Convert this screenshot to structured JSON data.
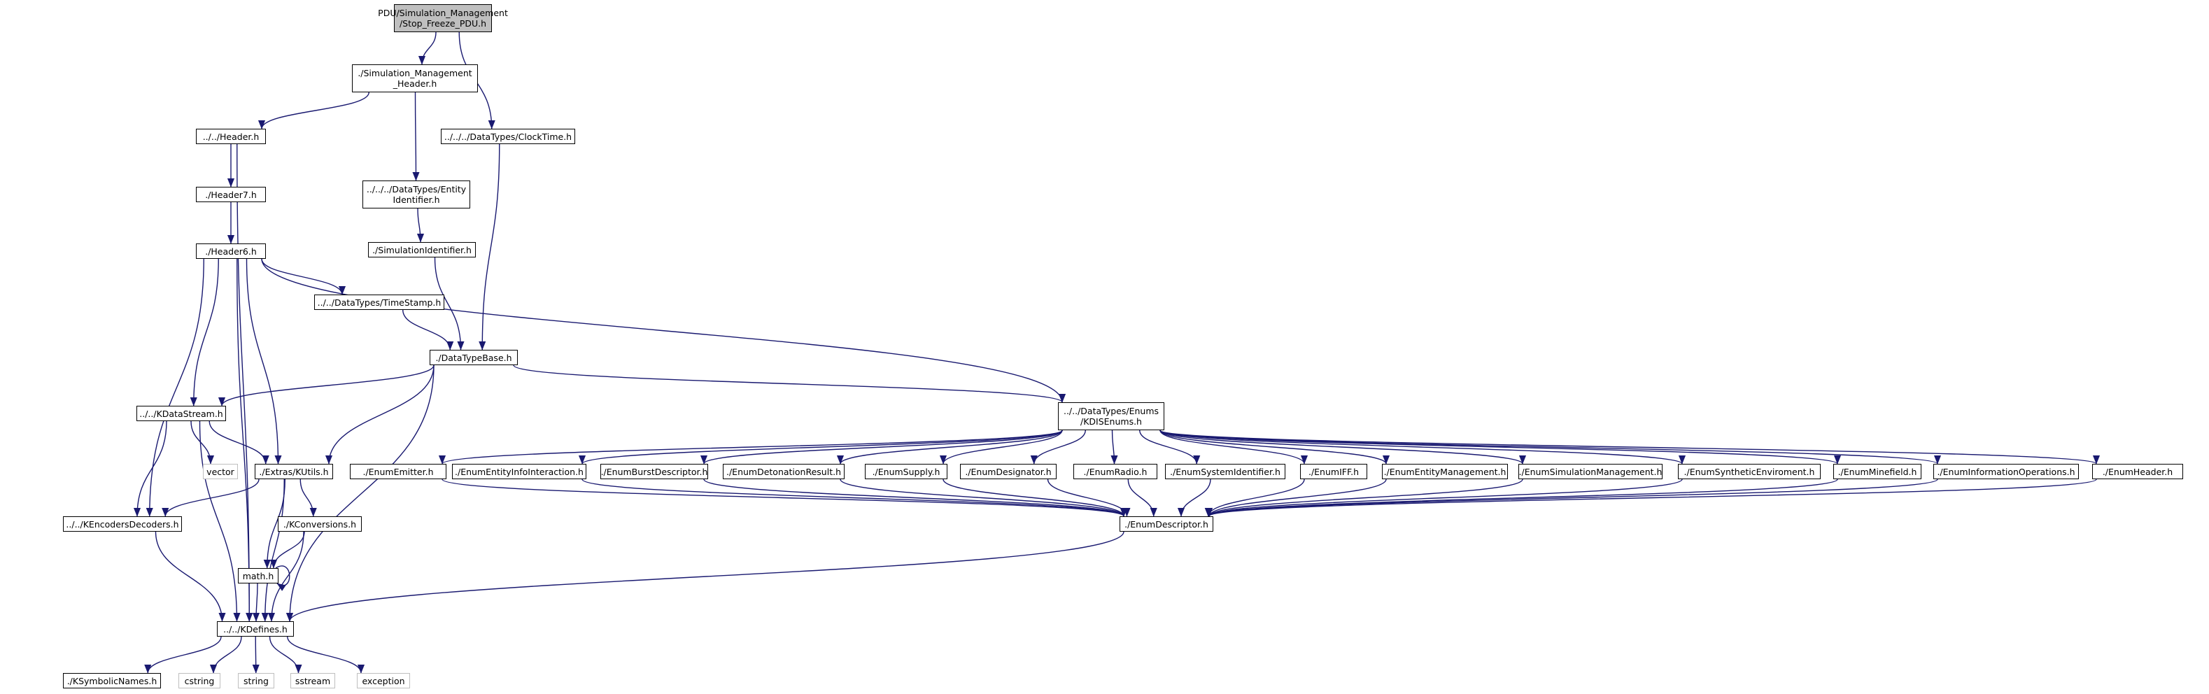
{
  "graph": {
    "root": "PDU/Simulation_Management\n/Stop_Freeze_PDU.h",
    "nodes": [
      {
        "id": "root",
        "label": "PDU/Simulation_Management\n/Stop_Freeze_PDU.h",
        "kind": "root"
      },
      {
        "id": "simhdr",
        "label": "./Simulation_Management\n_Header.h",
        "kind": "link"
      },
      {
        "id": "clocktime",
        "label": "../../../DataTypes/ClockTime.h",
        "kind": "link"
      },
      {
        "id": "header",
        "label": "../../Header.h",
        "kind": "link"
      },
      {
        "id": "entityid",
        "label": "../../../DataTypes/Entity\nIdentifier.h",
        "kind": "link"
      },
      {
        "id": "header7",
        "label": "./Header7.h",
        "kind": "link"
      },
      {
        "id": "simid",
        "label": "./SimulationIdentifier.h",
        "kind": "link"
      },
      {
        "id": "header6",
        "label": "./Header6.h",
        "kind": "link"
      },
      {
        "id": "timestamp",
        "label": "../../DataTypes/TimeStamp.h",
        "kind": "link"
      },
      {
        "id": "datatypebase",
        "label": "./DataTypeBase.h",
        "kind": "link"
      },
      {
        "id": "kdatastream",
        "label": "../../KDataStream.h",
        "kind": "link"
      },
      {
        "id": "kdisenums",
        "label": "../../DataTypes/Enums\n/KDISEnums.h",
        "kind": "link"
      },
      {
        "id": "vector",
        "label": "vector",
        "kind": "ext"
      },
      {
        "id": "kutils",
        "label": "./Extras/KUtils.h",
        "kind": "link"
      },
      {
        "id": "enumemitter",
        "label": "./EnumEmitter.h",
        "kind": "link"
      },
      {
        "id": "enumentityinfo",
        "label": "./EnumEntityInfoInteraction.h",
        "kind": "link"
      },
      {
        "id": "enumburst",
        "label": "./EnumBurstDescriptor.h",
        "kind": "link"
      },
      {
        "id": "enumdetonation",
        "label": "./EnumDetonationResult.h",
        "kind": "link"
      },
      {
        "id": "enumsupply",
        "label": "./EnumSupply.h",
        "kind": "link"
      },
      {
        "id": "enumdesignator",
        "label": "./EnumDesignator.h",
        "kind": "link"
      },
      {
        "id": "enumradio",
        "label": "./EnumRadio.h",
        "kind": "link"
      },
      {
        "id": "enumsysid",
        "label": "./EnumSystemIdentifier.h",
        "kind": "link"
      },
      {
        "id": "enumiff",
        "label": "./EnumIFF.h",
        "kind": "link"
      },
      {
        "id": "enumentitymgmt",
        "label": "./EnumEntityManagement.h",
        "kind": "link"
      },
      {
        "id": "enumsimmgmt",
        "label": "./EnumSimulationManagement.h",
        "kind": "link"
      },
      {
        "id": "enumsynth",
        "label": "./EnumSyntheticEnviroment.h",
        "kind": "link"
      },
      {
        "id": "enumminefield",
        "label": "./EnumMinefield.h",
        "kind": "link"
      },
      {
        "id": "enuminfoops",
        "label": "./EnumInformationOperations.h",
        "kind": "link"
      },
      {
        "id": "enumheader",
        "label": "./EnumHeader.h",
        "kind": "link"
      },
      {
        "id": "kconversions",
        "label": "./KConversions.h",
        "kind": "link"
      },
      {
        "id": "kencoders",
        "label": "../../KEncodersDecoders.h",
        "kind": "link"
      },
      {
        "id": "enumdescriptor",
        "label": "./EnumDescriptor.h",
        "kind": "link"
      },
      {
        "id": "math",
        "label": "math.h",
        "kind": "link"
      },
      {
        "id": "kdefines",
        "label": "../../KDefines.h",
        "kind": "link"
      },
      {
        "id": "ksymbolic",
        "label": "./KSymbolicNames.h",
        "kind": "link"
      },
      {
        "id": "cstring",
        "label": "cstring",
        "kind": "ext"
      },
      {
        "id": "string",
        "label": "string",
        "kind": "ext"
      },
      {
        "id": "sstream",
        "label": "sstream",
        "kind": "ext"
      },
      {
        "id": "exception",
        "label": "exception",
        "kind": "ext"
      }
    ],
    "edges": [
      [
        "root",
        "simhdr"
      ],
      [
        "root",
        "clocktime"
      ],
      [
        "simhdr",
        "header"
      ],
      [
        "simhdr",
        "entityid"
      ],
      [
        "header",
        "header7"
      ],
      [
        "header",
        "kdefines"
      ],
      [
        "header7",
        "header6"
      ],
      [
        "entityid",
        "simid"
      ],
      [
        "simid",
        "datatypebase"
      ],
      [
        "clocktime",
        "datatypebase"
      ],
      [
        "header6",
        "timestamp"
      ],
      [
        "header6",
        "kdatastream"
      ],
      [
        "header6",
        "kutils"
      ],
      [
        "header6",
        "kencoders"
      ],
      [
        "header6",
        "kdefines"
      ],
      [
        "header6",
        "kdisenums"
      ],
      [
        "timestamp",
        "datatypebase"
      ],
      [
        "datatypebase",
        "kdatastream"
      ],
      [
        "datatypebase",
        "kutils"
      ],
      [
        "datatypebase",
        "kdisenums"
      ],
      [
        "datatypebase",
        "kdefines"
      ],
      [
        "kdatastream",
        "vector"
      ],
      [
        "kdatastream",
        "kutils"
      ],
      [
        "kdatastream",
        "kencoders"
      ],
      [
        "kdatastream",
        "kdefines"
      ],
      [
        "kdisenums",
        "enumemitter"
      ],
      [
        "kdisenums",
        "enumentityinfo"
      ],
      [
        "kdisenums",
        "enumburst"
      ],
      [
        "kdisenums",
        "enumdetonation"
      ],
      [
        "kdisenums",
        "enumsupply"
      ],
      [
        "kdisenums",
        "enumdesignator"
      ],
      [
        "kdisenums",
        "enumradio"
      ],
      [
        "kdisenums",
        "enumsysid"
      ],
      [
        "kdisenums",
        "enumiff"
      ],
      [
        "kdisenums",
        "enumentitymgmt"
      ],
      [
        "kdisenums",
        "enumsimmgmt"
      ],
      [
        "kdisenums",
        "enumsynth"
      ],
      [
        "kdisenums",
        "enumminefield"
      ],
      [
        "kdisenums",
        "enuminfoops"
      ],
      [
        "kdisenums",
        "enumheader"
      ],
      [
        "enumemitter",
        "enumdescriptor"
      ],
      [
        "enumentityinfo",
        "enumdescriptor"
      ],
      [
        "enumburst",
        "enumdescriptor"
      ],
      [
        "enumdetonation",
        "enumdescriptor"
      ],
      [
        "enumsupply",
        "enumdescriptor"
      ],
      [
        "enumdesignator",
        "enumdescriptor"
      ],
      [
        "enumradio",
        "enumdescriptor"
      ],
      [
        "enumsysid",
        "enumdescriptor"
      ],
      [
        "enumiff",
        "enumdescriptor"
      ],
      [
        "enumentitymgmt",
        "enumdescriptor"
      ],
      [
        "enumsimmgmt",
        "enumdescriptor"
      ],
      [
        "enumsynth",
        "enumdescriptor"
      ],
      [
        "enumminefield",
        "enumdescriptor"
      ],
      [
        "enuminfoops",
        "enumdescriptor"
      ],
      [
        "enumheader",
        "enumdescriptor"
      ],
      [
        "enumdescriptor",
        "kdefines"
      ],
      [
        "kutils",
        "kencoders"
      ],
      [
        "kutils",
        "kconversions"
      ],
      [
        "kutils",
        "math"
      ],
      [
        "kutils",
        "kdefines"
      ],
      [
        "kconversions",
        "math"
      ],
      [
        "kconversions",
        "kdefines"
      ],
      [
        "kencoders",
        "kdefines"
      ],
      [
        "math",
        "math"
      ],
      [
        "math",
        "kdefines"
      ],
      [
        "kdefines",
        "ksymbolic"
      ],
      [
        "kdefines",
        "cstring"
      ],
      [
        "kdefines",
        "string"
      ],
      [
        "kdefines",
        "sstream"
      ],
      [
        "kdefines",
        "exception"
      ]
    ]
  },
  "colors": {
    "edge": "#191970",
    "node_border": "#000000",
    "root_fill": "#bfbfbf",
    "ext_border": "#bfbfbf"
  }
}
